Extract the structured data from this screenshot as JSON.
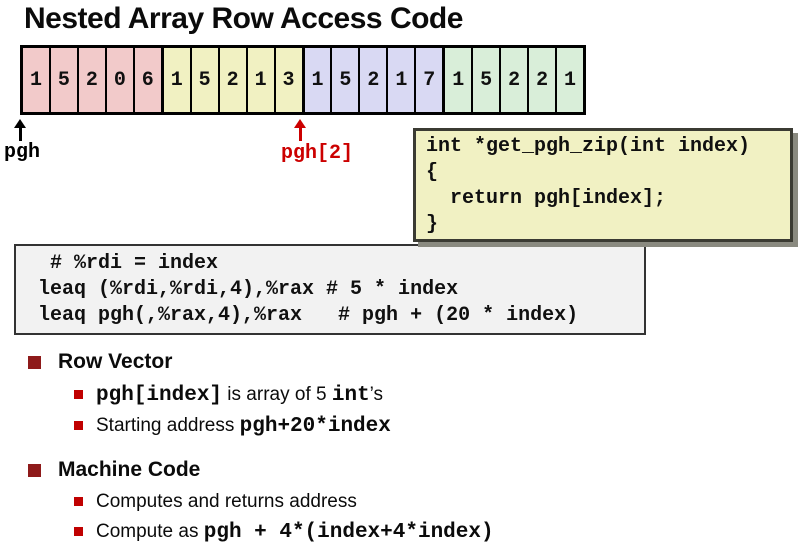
{
  "title": "Nested Array Row Access Code",
  "array": {
    "groups": [
      {
        "color": "#f2caca",
        "values": [
          "1",
          "5",
          "2",
          "0",
          "6"
        ]
      },
      {
        "color": "#f1f1c2",
        "values": [
          "1",
          "5",
          "2",
          "1",
          "3"
        ]
      },
      {
        "color": "#d9d9f3",
        "values": [
          "1",
          "5",
          "2",
          "1",
          "7"
        ]
      },
      {
        "color": "#d9eed9",
        "values": [
          "1",
          "5",
          "2",
          "2",
          "1"
        ]
      }
    ],
    "label_start": "pgh",
    "label_row2": "pgh[2]"
  },
  "boxes": {
    "c_code": "int *get_pgh_zip(int index)\n{\n  return pgh[index];\n}",
    "c_bg": "#f1f1c3",
    "asm_code": "  # %rdi = index\n leaq (%rdi,%rdi,4),%rax # 5 * index\n leaq pgh(,%rax,4),%rax   # pgh + (20 * index)",
    "asm_bg": "#f2f2f2"
  },
  "bullets": [
    {
      "label": "Row Vector",
      "items": [
        {
          "segments": [
            {
              "t": "pgh[index]",
              "mono": true
            },
            {
              "t": " is array of 5 "
            },
            {
              "t": "int",
              "mono": true
            },
            {
              "t": "’s"
            }
          ]
        },
        {
          "segments": [
            {
              "t": "Starting address "
            },
            {
              "t": "pgh+20*index",
              "mono": true
            }
          ]
        }
      ]
    },
    {
      "label": "Machine Code",
      "items": [
        {
          "segments": [
            {
              "t": "Computes and returns address"
            }
          ]
        },
        {
          "segments": [
            {
              "t": "Compute as "
            },
            {
              "t": "pgh + 4*(index+4*index)",
              "mono": true
            }
          ]
        }
      ]
    }
  ],
  "colors": {
    "accent_red": "#cc0000",
    "bullet_l1": "#8e1a1a",
    "bullet_l2": "#c00000"
  }
}
